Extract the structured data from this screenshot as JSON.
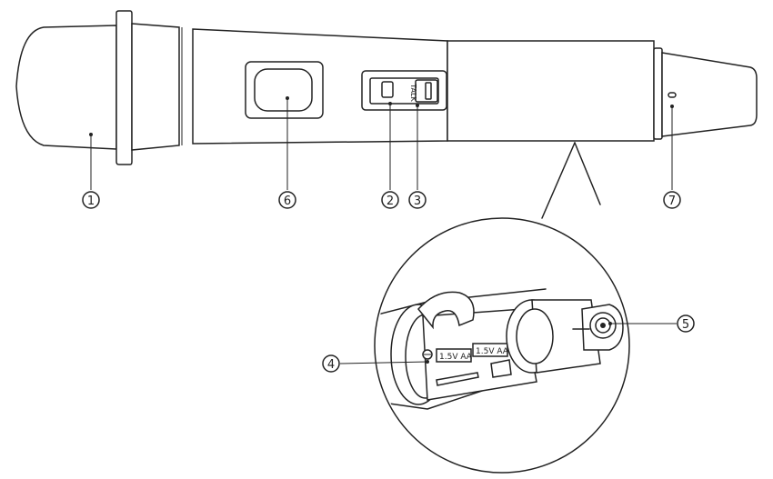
{
  "callouts": [
    {
      "id": "1",
      "label": "1"
    },
    {
      "id": "2",
      "label": "2"
    },
    {
      "id": "3",
      "label": "3"
    },
    {
      "id": "4",
      "label": "4"
    },
    {
      "id": "5",
      "label": "5"
    },
    {
      "id": "6",
      "label": "6"
    },
    {
      "id": "7",
      "label": "7"
    }
  ],
  "switch_label": "TALK",
  "battery_labels": [
    "1.5V AA",
    "1.5V AA"
  ]
}
